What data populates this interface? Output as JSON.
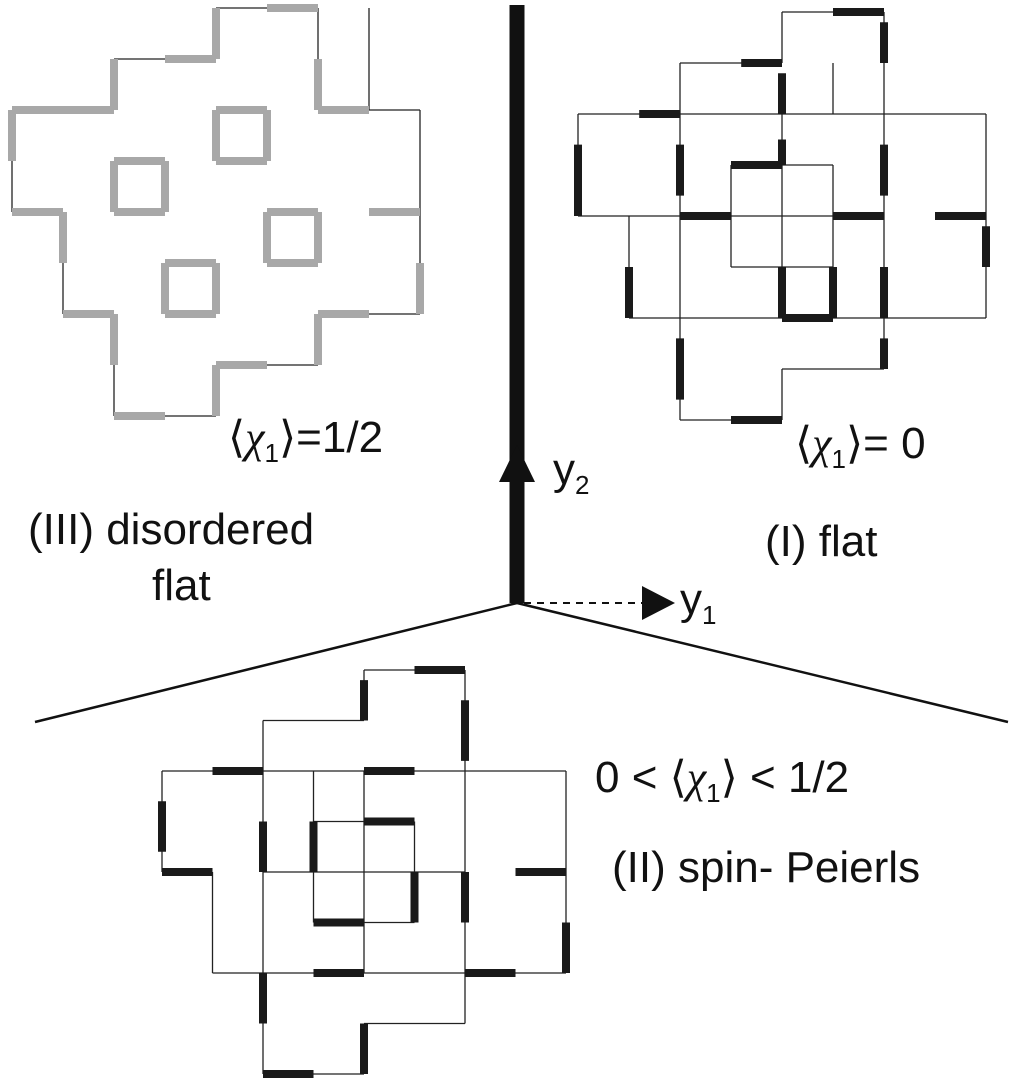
{
  "colors": {
    "phase_III_dimer": "#a8a8a8",
    "phase_I_dimer": "#1a1a1a",
    "phase_II_dimer": "#1a1a1a",
    "bond": "#222222",
    "axis": "#111111"
  },
  "axes": {
    "y1": "y",
    "y1_sub": "1",
    "y2": "y",
    "y2_sub": "2"
  },
  "phases": {
    "III": {
      "line1": "(III) disordered",
      "line2": "flat",
      "order_param_value": "=1/2"
    },
    "I": {
      "label": "(I) flat",
      "order_param_value": "= 0"
    },
    "II": {
      "label": "(II) spin- Peierls",
      "order_param_prefix": "0 <",
      "order_param_value": "< 1/2"
    }
  },
  "order_parameter": {
    "open": "⟨",
    "symbol": "χ",
    "sub": "1",
    "close": "⟩"
  }
}
